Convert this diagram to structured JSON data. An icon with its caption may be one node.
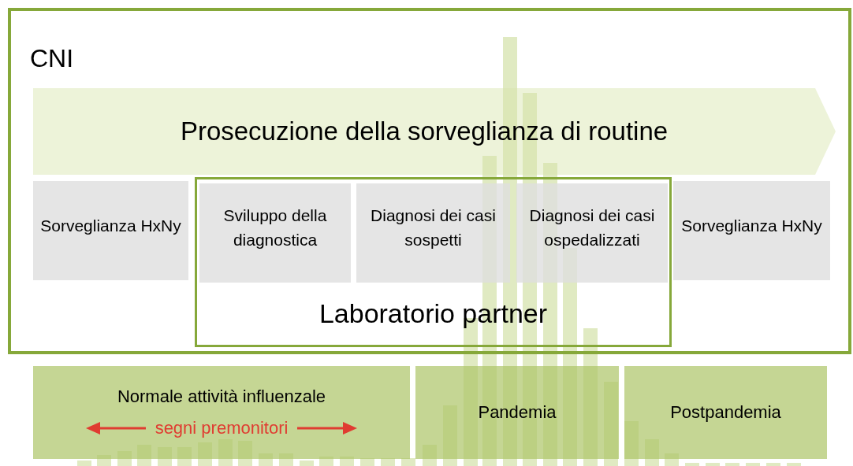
{
  "diagram": {
    "nodes": [
      {
        "text": [
          "CNI"
        ]
      },
      {
        "text": [
          "Prosecuzione della sorveglianza di routine"
        ],
        "in": 0
      },
      {
        "text": [
          "Sorveglianza HxNy"
        ],
        "in": 0
      },
      {
        "text": [
          "Laboratorio partner"
        ],
        "in": 0
      },
      {
        "text": [
          "Sviluppo della diagnostica"
        ],
        "in": 3
      },
      {
        "text": [
          "Diagnosi dei casi sospetti"
        ],
        "in": 3
      },
      {
        "text": [
          "Diagnosi dei casi ospedalizzati"
        ],
        "in": 3
      },
      {
        "text": [
          "Sorveglianza HxNy"
        ],
        "in": 0
      },
      {
        "text": [
          "Normale attività influenzale",
          "segni premonitori"
        ]
      },
      {
        "text": [
          "Pandemia"
        ]
      },
      {
        "text": [
          "Postpandemia"
        ]
      }
    ]
  }
}
